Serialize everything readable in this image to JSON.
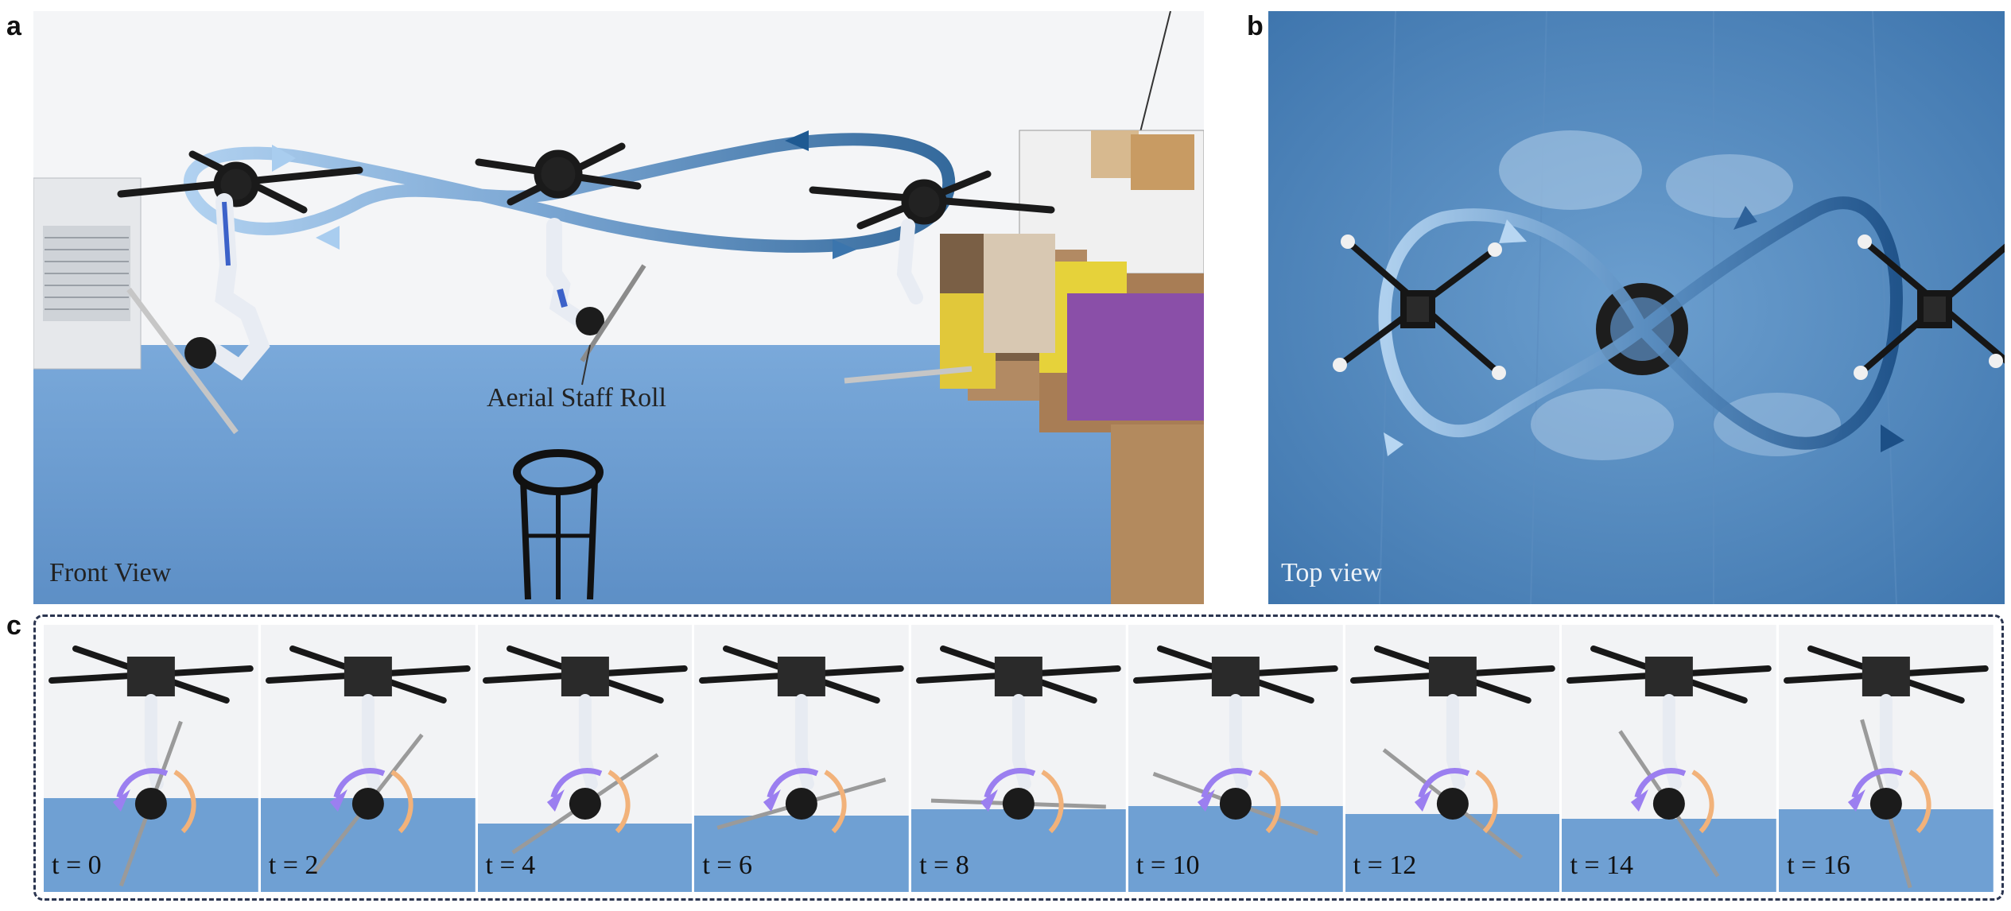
{
  "figure": {
    "panel_a": {
      "letter": "a",
      "annotation": "Aerial Staff Roll",
      "view_label": "Front View"
    },
    "panel_b": {
      "letter": "b",
      "view_label": "Top view"
    },
    "panel_c": {
      "letter": "c",
      "frames": [
        {
          "time_label": "t = 0"
        },
        {
          "time_label": "t = 2"
        },
        {
          "time_label": "t = 4"
        },
        {
          "time_label": "t = 6"
        },
        {
          "time_label": "t = 8"
        },
        {
          "time_label": "t = 10"
        },
        {
          "time_label": "t = 12"
        },
        {
          "time_label": "t = 14"
        },
        {
          "time_label": "t = 16"
        }
      ]
    }
  },
  "colors": {
    "wall": "#f3f4f6",
    "floor": "#6f9fd2",
    "trajectory_light": "#a9cdef",
    "trajectory_dark": "#1f5a92",
    "rotation_arrow": "#9b7ff0",
    "rotation_arc": "#f2b27a"
  }
}
